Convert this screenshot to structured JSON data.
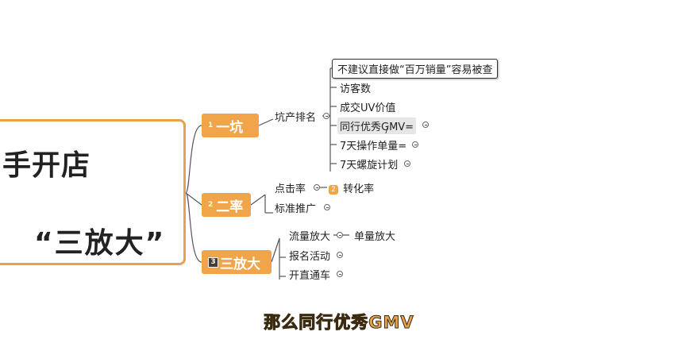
{
  "root": {
    "line1": "手开店",
    "line2": "“三放大”"
  },
  "branches": [
    {
      "badge": "1",
      "label": "一坑",
      "children": [
        {
          "label": "坑产排名",
          "sub": [
            "不建议直接做“百万销量”容易被查",
            "访客数",
            "成交UV价值",
            "同行优秀GMV=",
            "7天操作单量=",
            "7天螺旋计划"
          ]
        }
      ]
    },
    {
      "badge": "2",
      "label": "二率",
      "children": [
        {
          "label": "点击率",
          "linked_badge": "2",
          "linked": "转化率"
        },
        {
          "label": "标准推广"
        }
      ]
    },
    {
      "badge": "3",
      "label": "三放大",
      "children": [
        {
          "label": "流量放大",
          "linked": "单量放大"
        },
        {
          "label": "报名活动"
        },
        {
          "label": "开直通车"
        }
      ]
    }
  ],
  "caption": "那么同行优秀GMV",
  "colors": {
    "accent": "#f0a54a",
    "root_border": "#e8a24a",
    "caption_fill": "#e8a24a"
  }
}
